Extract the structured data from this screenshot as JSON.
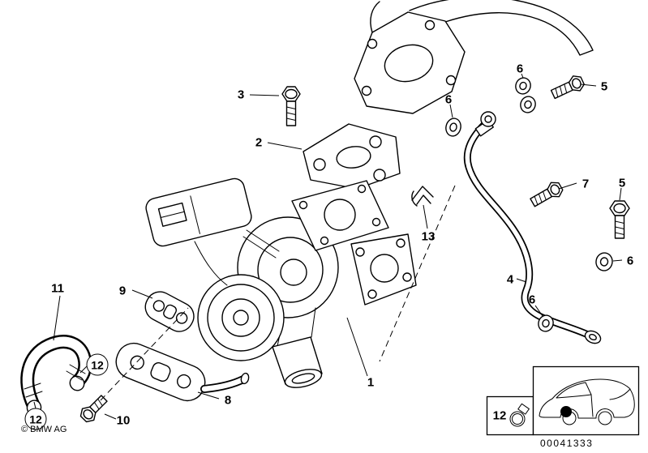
{
  "diagram": {
    "copyright": "© BMW AG",
    "drawing_number": "00041333",
    "callouts": {
      "c1": "1",
      "c2": "2",
      "c3": "3",
      "c4": "4",
      "c5a": "5",
      "c5b": "5",
      "c6a": "6",
      "c6b": "6",
      "c6c": "6",
      "c6d": "6",
      "c7": "7",
      "c8": "8",
      "c9": "9",
      "c10": "10",
      "c11": "11",
      "c12a": "12",
      "c12b": "12",
      "c13": "13",
      "legend_clamp": "12"
    }
  }
}
